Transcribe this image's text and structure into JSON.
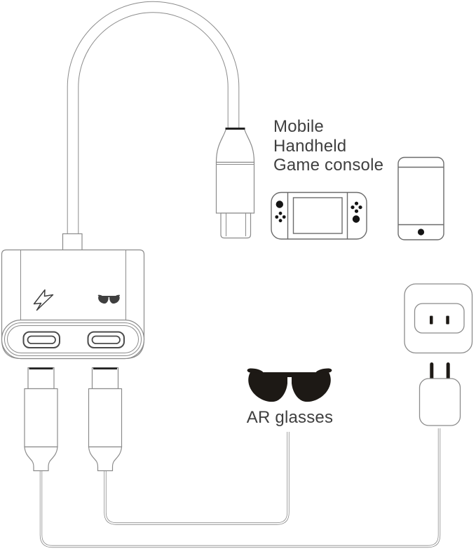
{
  "colors": {
    "background": "#ffffff",
    "line_gray": "#8b8b8b",
    "port_dark": "#4b4b4b",
    "text_dark": "#3f3f3f",
    "icon_black": "#1d1915",
    "accent_dark_edge": "#222222"
  },
  "labels": {
    "console": {
      "lines": [
        "Mobile",
        "Handheld",
        "Game console"
      ]
    },
    "ar_glasses": "AR glasses"
  },
  "icons": {
    "adapter_left_port": "lightning-bolt-icon",
    "adapter_right_port": "glasses-icon",
    "top_right_devices": [
      "game-console-icon",
      "smartphone-icon"
    ],
    "power": [
      "power-outlet-icon",
      "wall-charger-icon"
    ],
    "bottom": "ar-glasses-icon"
  }
}
